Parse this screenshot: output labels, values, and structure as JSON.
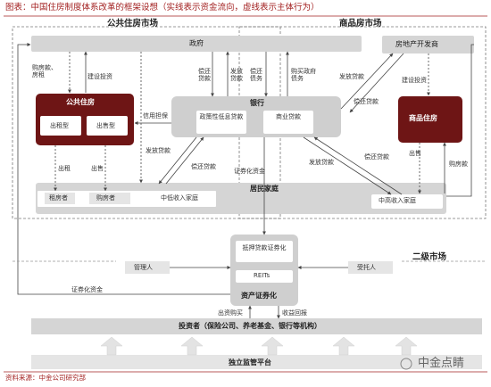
{
  "title": "图表：中国住房制度体系改革的框架设想（实线表示资金流向，虚线表示主体行为）",
  "source": "资料来源：中金公司研究部",
  "watermark": "中金点睛",
  "sections": {
    "public_market": "公共住房市场",
    "commercial_market": "商品房市场",
    "secondary_market": "二级市场"
  },
  "nodes": {
    "government": "政府",
    "developer": "房地产开发商",
    "public_housing": "公共住房",
    "rent_housing": "出租型",
    "sale_housing": "出售型",
    "bank": "银行",
    "policy_loan": "政策性低息贷款",
    "commercial_loan": "商业贷款",
    "commercial_housing": "商品住房",
    "households": "居民家庭",
    "tenant": "租房者",
    "buyer": "购房者",
    "low_income": "中低收入家庭",
    "high_income": "中高收入家庭",
    "mortgage_sec": "抵押贷款证券化",
    "reits": "REITs",
    "abs": "资产证券化",
    "manager": "管理人",
    "trustee": "受托人",
    "investors": "投资者（保险公司、养老基金、银行等机构）",
    "regulator": "独立监管平台"
  },
  "edges": {
    "buy_land": "购房款、房租",
    "build_invest": "建设投资",
    "credit_guarantee": "信用担保",
    "repay_1": "偿还贷款",
    "issue_loan_1": "发放贷款",
    "repay_2": "偿还债务",
    "buy_gov_bond": "购买政府债务",
    "issue_loan_2": "发放贷款",
    "repay_3": "偿还贷款",
    "build_invest_2": "建设投资",
    "rent_out": "出租",
    "sell_out": "出售",
    "issue_loan_3": "发放贷款",
    "repay_4": "偿还贷款",
    "sec_funds_1": "证券化资金",
    "issue_loan_4": "发放贷款",
    "repay_5": "偿还贷款",
    "sell": "出售",
    "buy_payment": "购房款",
    "sec_funds_2": "证券化资金",
    "invest_buy": "出资购买",
    "return": "收益回报"
  }
}
